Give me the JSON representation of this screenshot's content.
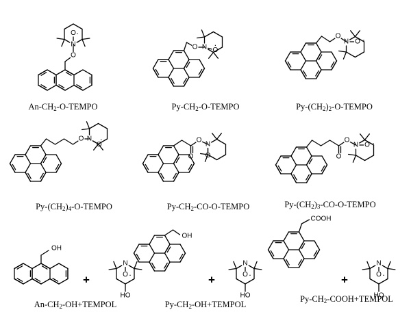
{
  "atoms": {
    "n": "N",
    "o": "O",
    "oh": "OH",
    "ho": "HO",
    "cooh": "COOH",
    "radical": "·",
    "plus": "+"
  },
  "compounds": [
    {
      "parts": [
        [
          "An-CH",
          ""
        ],
        [
          "2",
          "sub"
        ],
        [
          "-O-TEMPO",
          ""
        ]
      ]
    },
    {
      "parts": [
        [
          "Py-CH",
          ""
        ],
        [
          "2",
          "sub"
        ],
        [
          "-O-TEMPO",
          ""
        ]
      ]
    },
    {
      "parts": [
        [
          "Py-(CH",
          ""
        ],
        [
          "2",
          "sub"
        ],
        [
          ")",
          ""
        ],
        [
          "2",
          "sub"
        ],
        [
          "-O-TEMPO",
          ""
        ]
      ]
    },
    {
      "parts": [
        [
          "Py-(CH",
          ""
        ],
        [
          "2",
          "sub"
        ],
        [
          ")",
          ""
        ],
        [
          "4",
          "sub"
        ],
        [
          "-O-TEMPO",
          ""
        ]
      ]
    },
    {
      "parts": [
        [
          "Py-CH",
          ""
        ],
        [
          "2",
          "sub"
        ],
        [
          "-CO-O-TEMPO",
          ""
        ]
      ]
    },
    {
      "parts": [
        [
          "Py-(CH",
          ""
        ],
        [
          "2",
          "sub"
        ],
        [
          ")",
          ""
        ],
        [
          "3",
          "sub"
        ],
        [
          "-CO-O-TEMPO",
          ""
        ]
      ]
    },
    {
      "parts": [
        [
          "An-CH",
          ""
        ],
        [
          "2",
          "sub"
        ],
        [
          "-OH+TEMPOL",
          ""
        ]
      ]
    },
    {
      "parts": [
        [
          "Py-CH",
          ""
        ],
        [
          "2",
          "sub"
        ],
        [
          "-OH+TEMPOL",
          ""
        ]
      ]
    },
    {
      "parts": [
        [
          "Py-CH",
          ""
        ],
        [
          "2",
          "sub"
        ],
        [
          "-COOH+TEMPOL",
          ""
        ]
      ]
    }
  ]
}
